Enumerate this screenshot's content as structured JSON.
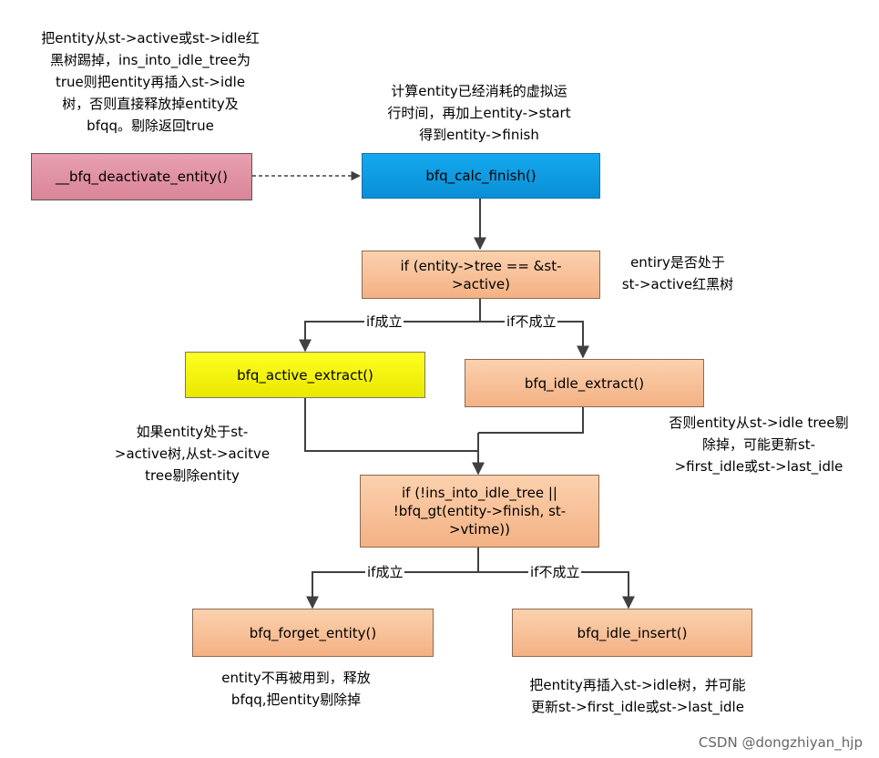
{
  "nodes": {
    "deactivate": "__bfq_deactivate_entity()",
    "calc_finish": "bfq_calc_finish()",
    "if_tree": "if (entity->tree == &st->active)",
    "active_extract": "bfq_active_extract()",
    "idle_extract": "bfq_idle_extract()",
    "if_insert": "if (!ins_into_idle_tree || !bfq_gt(entity->finish, st->vtime))",
    "forget_entity": "bfq_forget_entity()",
    "idle_insert": "bfq_idle_insert()"
  },
  "notes": {
    "deactivate": "把entity从st->active或st->idle红\n黑树踢掉，ins_into_idle_tree为\ntrue则把entity再插入st->idle\n树，否则直接释放掉entity及\nbfqq。剔除返回true",
    "calc_finish": "计算entity已经消耗的虚拟运\n行时间，再加上entity->start\n得到entity->finish",
    "if_tree": "entiry是否处于\nst->active红黑树",
    "active_extract": "如果entity处于st-\n>active树,从st->acitve\ntree剔除entity",
    "idle_extract": "否则entity从st->idle tree剔\n除掉，可能更新st-\n>first_idle或st->last_idle",
    "forget_entity": "entity不再被用到，释放\nbfqq,把entity剔除掉",
    "idle_insert": "把entity再插入st->idle树，并可能\n更新st->first_idle或st->last_idle"
  },
  "edge_labels": {
    "tree_yes": "if成立",
    "tree_no": "if不成立",
    "insert_yes": "if成立",
    "insert_no": "if不成立"
  },
  "colors": {
    "pink": "#d98598",
    "blue": "#0a8fd6",
    "orange": "#f4b184",
    "yellow": "#ffff00",
    "arrow": "#404040"
  },
  "watermark": "CSDN @dongzhiyan_hjp"
}
